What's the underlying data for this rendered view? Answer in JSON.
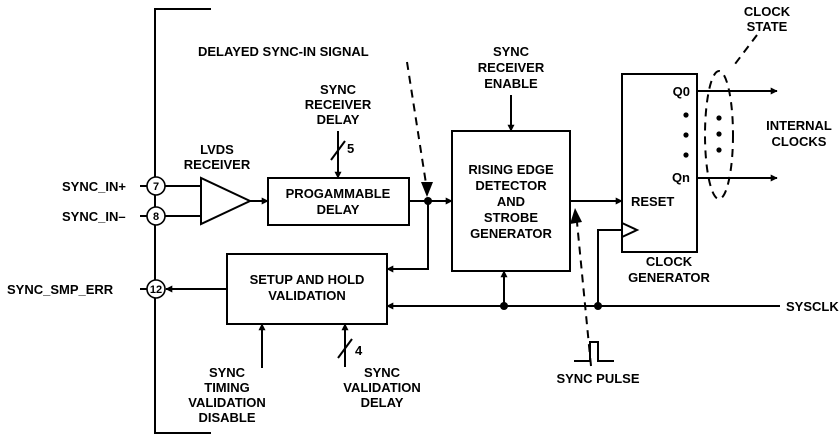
{
  "pins": {
    "sync_in_plus": {
      "label": "SYNC_IN+",
      "number": "7"
    },
    "sync_in_minus": {
      "label": "SYNC_IN–",
      "number": "8"
    },
    "sync_smp_err": {
      "label": "SYNC_SMP_ERR",
      "number": "12"
    }
  },
  "lvds_receiver": [
    "LVDS",
    "RECEIVER"
  ],
  "programmable_delay": [
    "PROGAMMABLE",
    "DELAY"
  ],
  "sync_receiver_delay": {
    "lines": [
      "SYNC",
      "RECEIVER",
      "DELAY"
    ],
    "bus_width": "5"
  },
  "delayed_sync_in_signal": "DELAYED SYNC-IN SIGNAL",
  "sync_receiver_enable": [
    "SYNC",
    "RECEIVER",
    "ENABLE"
  ],
  "rising_edge_block": [
    "RISING EDGE",
    "DETECTOR",
    "AND",
    "STROBE",
    "GENERATOR"
  ],
  "clock_generator": {
    "outputs": [
      "Q0",
      "Qn"
    ],
    "reset": "RESET",
    "label": [
      "CLOCK",
      "GENERATOR"
    ]
  },
  "clock_state": [
    "CLOCK",
    "STATE"
  ],
  "internal_clocks": [
    "INTERNAL",
    "CLOCKS"
  ],
  "setup_hold_block": [
    "SETUP AND HOLD",
    "VALIDATION"
  ],
  "sysclk": "SYSCLK",
  "sync_pulse": "SYNC PULSE",
  "sync_timing_validation_disable": [
    "SYNC",
    "TIMING",
    "VALIDATION",
    "DISABLE"
  ],
  "sync_validation_delay": {
    "lines": [
      "SYNC",
      "VALIDATION",
      "DELAY"
    ],
    "bus_width": "4"
  }
}
